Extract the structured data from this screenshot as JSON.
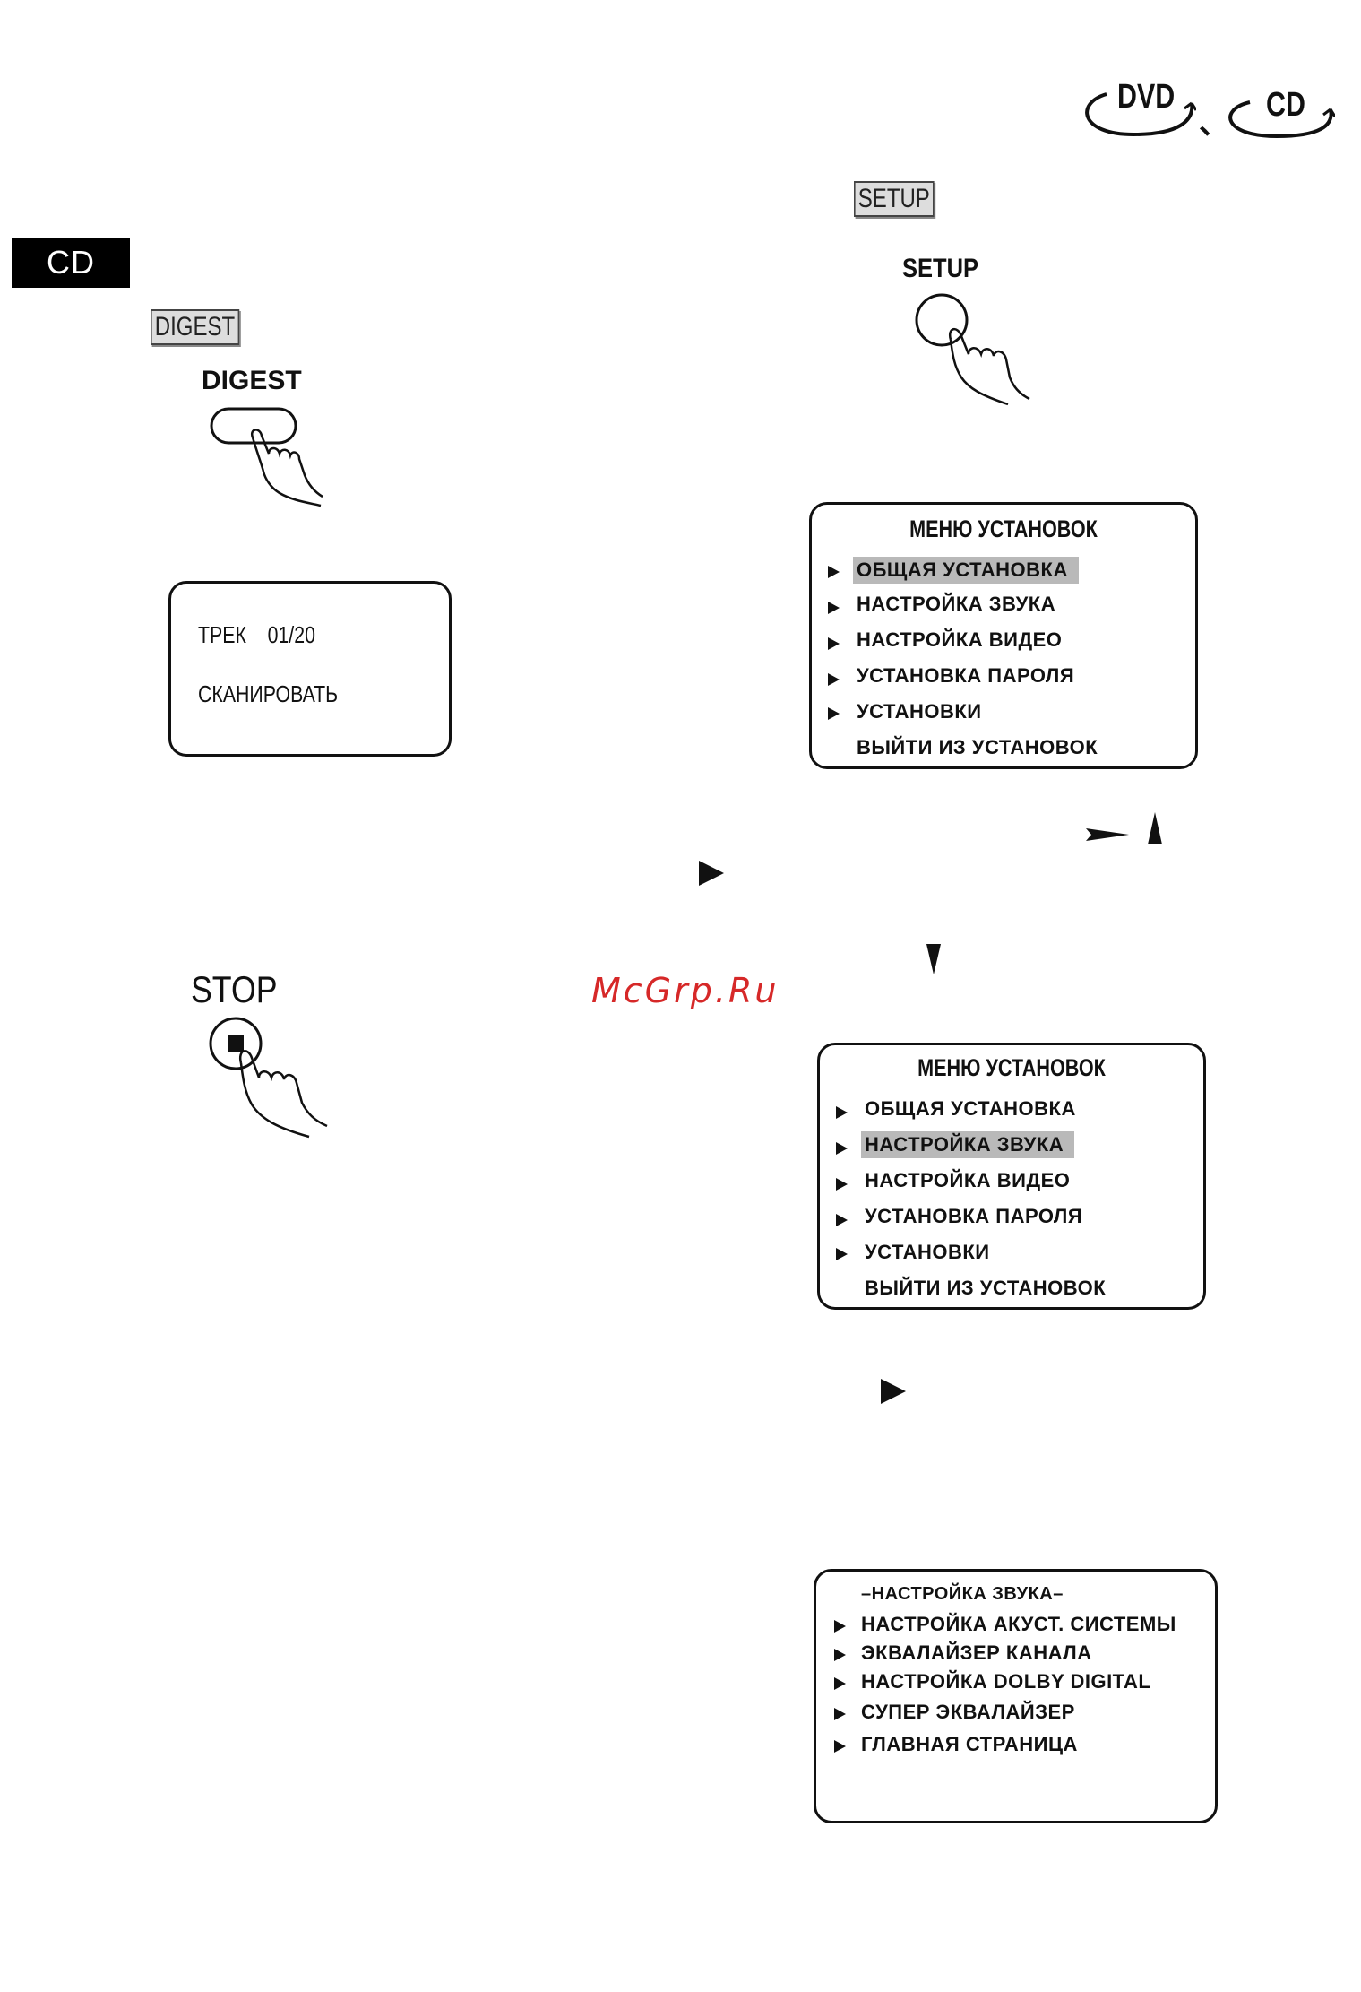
{
  "disc_logos": {
    "dvd": "DVD",
    "separator": "、",
    "cd": "CD"
  },
  "section_label": "CD",
  "digest": {
    "key_label": "DIGEST",
    "button_title": "DIGEST"
  },
  "track_screen": {
    "line1": "ТРЕК    01/20",
    "line2": "СКАНИРОВАТЬ"
  },
  "stop": {
    "button_title": "STOP"
  },
  "setup": {
    "key_label": "SETUP",
    "button_title": "SETUP"
  },
  "menu1": {
    "title": "МЕНЮ УСТАНОВОК",
    "items": [
      "ОБЩАЯ УСТАНОВКА",
      "НАСТРОЙКА ЗВУКА",
      "НАСТРОЙКА ВИДЕО",
      "УСТАНОВКА ПАРОЛЯ",
      "УСТАНОВКИ",
      "ВЫЙТИ ИЗ УСТАНОВОК"
    ],
    "highlighted": 0
  },
  "menu2": {
    "title": "МЕНЮ УСТАНОВОК",
    "items": [
      "ОБЩАЯ УСТАНОВКА",
      "НАСТРОЙКА ЗВУКА",
      "НАСТРОЙКА ВИДЕО",
      "УСТАНОВКА ПАРОЛЯ",
      "УСТАНОВКИ",
      "ВЫЙТИ ИЗ УСТАНОВОК"
    ],
    "highlighted": 1
  },
  "audio_menu": {
    "title": "–НАСТРОЙКА ЗВУКА–",
    "items": [
      "НАСТРОЙКА АКУСТ. СИСТЕМЫ",
      "ЭКВАЛАЙЗЕР КАНАЛА",
      "НАСТРОЙКА DOLBY DIGITAL",
      "СУПЕР ЭКВАЛАЙЗЕР",
      "ГЛАВНАЯ СТРАНИЦА"
    ]
  },
  "watermark": "McGrp.Ru",
  "colors": {
    "highlight": "#b9b9b9",
    "watermark": "#d62828"
  }
}
